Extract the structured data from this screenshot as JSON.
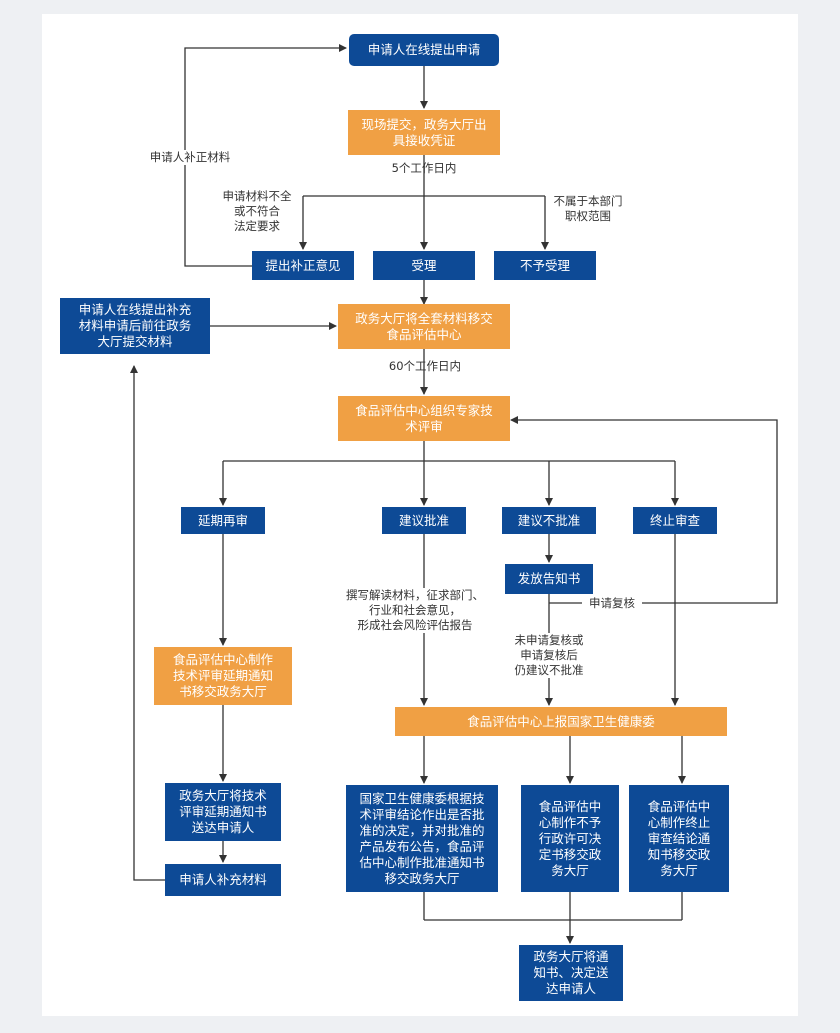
{
  "colors": {
    "blue": "#0d4a96",
    "orange": "#f0a044",
    "line": "#333333",
    "background": "#ffffff"
  },
  "nodes": {
    "start": "申请人在线提出申请",
    "onsite": "现场提交，政务大厅出\n具接收凭证",
    "supplement_opinion": "提出补正意见",
    "accept": "受理",
    "reject": "不予受理",
    "online_supplement": "申请人在线提出补充\n材料申请后前往政务\n大厅提交材料",
    "transfer": "政务大厅将全套材料移交\n食品评估中心",
    "expert_review": "食品评估中心组织专家技\n术评审",
    "delay": "延期再审",
    "approve_suggest": "建议批准",
    "disapprove_suggest": "建议不批准",
    "terminate": "终止审查",
    "issue_notice": "发放告知书",
    "delay_notice": "食品评估中心制作\n技术评审延期通知\n书移交政务大厅",
    "report_nhc": "食品评估中心上报国家卫生健康委",
    "hall_delay_deliver": "政务大厅将技术\n评审延期通知书\n送达申请人",
    "applicant_supplement": "申请人补充材料",
    "nhc_decision": "国家卫生健康委根据技\n术评审结论作出是否批\n准的决定，并对批准的\n产品发布公告，食品评\n估中心制作批准通知书\n移交政务大厅",
    "no_permit": "食品评估中\n心制作不予\n行政许可决\n定书移交政\n务大厅",
    "terminate_notice": "食品评估中\n心制作终止\n审查结论通\n知书移交政\n务大厅",
    "deliver_final": "政务大厅将通\n知书、决定送\n达申请人"
  },
  "labels": {
    "applicant_correct": "申请人补正材料",
    "five_days": "5个工作日内",
    "incomplete": "申请材料不全\n或不符合\n法定要求",
    "not_scope": "不属于本部门\n职权范围",
    "sixty_days": "60个工作日内",
    "write_materials": "撰写解读材料，征求部门、\n行业和社会意见，\n形成社会风险评估报告",
    "request_recheck": "申请复核",
    "no_recheck": "未申请复核或\n申请复核后\n仍建议不批准"
  }
}
